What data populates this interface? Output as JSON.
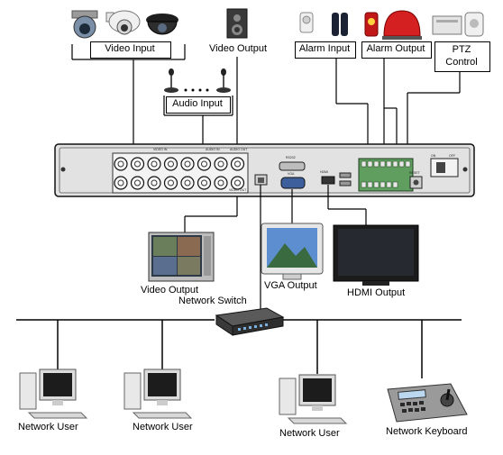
{
  "labels": {
    "video_input": "Video Input",
    "video_output_top": "Video Output",
    "alarm_input": "Alarm Input",
    "alarm_output": "Alarm Output",
    "ptz_line1": "PTZ",
    "ptz_line2": "Control",
    "audio_input": "Audio Input",
    "video_output_bottom": "Video Output",
    "vga_output": "VGA Output",
    "hdmi_output": "HDMI Output",
    "network_switch": "Network Switch",
    "network_user_1": "Network User",
    "network_user_2": "Network User",
    "network_user_3": "Network User",
    "network_keyboard": "Network Keyboard"
  },
  "panel_labels": {
    "video_in": "VIDEO IN",
    "audio_in": "AUDIO IN",
    "audio_out": "AUDIO OUT",
    "video_out": "VIDEO OUT",
    "rs232": "RS232",
    "vga": "VGA",
    "hdmi": "HDMI",
    "reset": "RESET",
    "on": "ON",
    "off": "OFF"
  },
  "colors": {
    "line": "#000000",
    "device_body": "#d9d9d9",
    "device_dark": "#2b2b2b",
    "alarm_red": "#d42020",
    "screen_blue": "#4a7fc0"
  }
}
